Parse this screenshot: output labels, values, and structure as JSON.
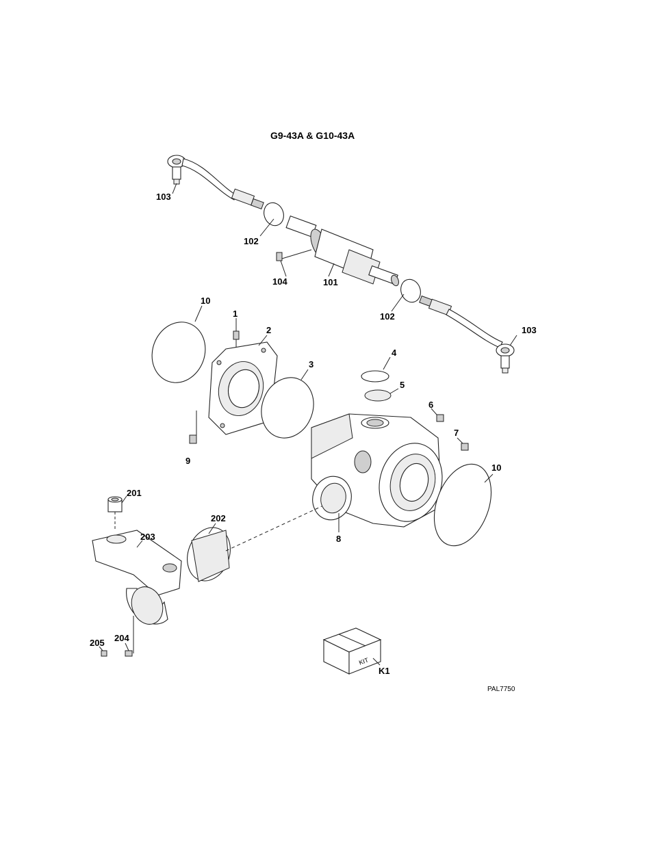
{
  "title": "G9-43A & G10-43A",
  "drawing_code": "PAL7750",
  "kit_box_text": "KIT",
  "callouts": {
    "c103a": "103",
    "c102a": "102",
    "c104": "104",
    "c101": "101",
    "c102b": "102",
    "c103b": "103",
    "c10a": "10",
    "c1": "1",
    "c2": "2",
    "c3": "3",
    "c4": "4",
    "c5": "5",
    "c6": "6",
    "c7": "7",
    "c9": "9",
    "c10b": "10",
    "c8": "8",
    "c201": "201",
    "c202": "202",
    "c203": "203",
    "c204": "204",
    "c205": "205",
    "cK1": "K1"
  }
}
